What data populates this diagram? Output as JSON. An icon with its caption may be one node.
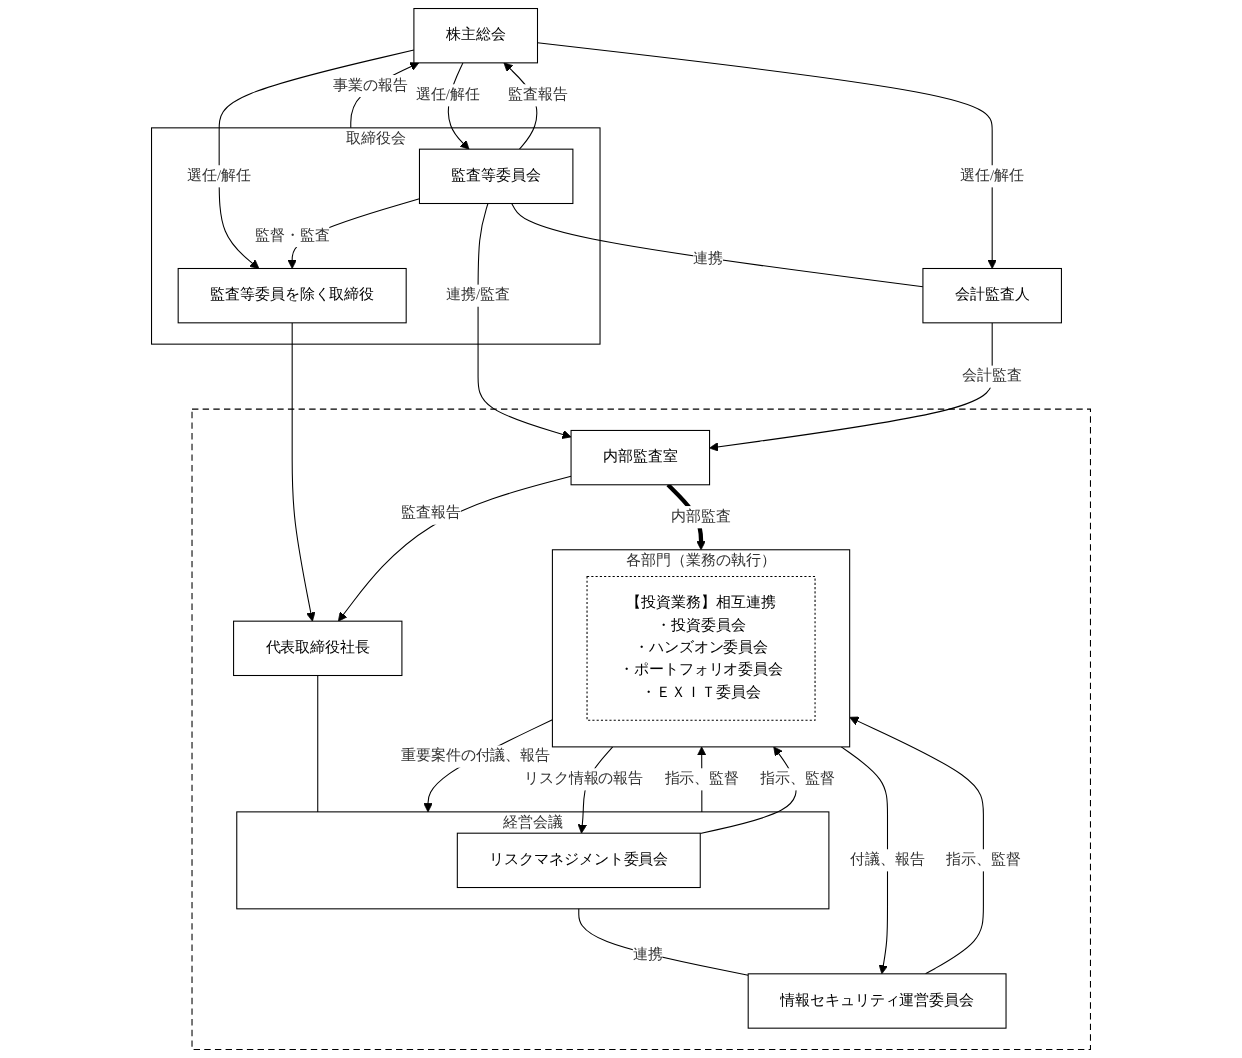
{
  "diagram": {
    "nodes": [
      {
        "text": [
          "株主総会"
        ]
      },
      {
        "text": [
          "取締役会"
        ]
      },
      {
        "text": [
          "監査等委員を除く取締役"
        ],
        "in": 1
      },
      {
        "text": [
          "監査等委員会"
        ],
        "in": 1
      },
      {
        "text": [],
        "shape": "box"
      },
      {
        "text": [
          "代表取締役社長"
        ],
        "in": 4
      },
      {
        "text": [
          "経営会議"
        ],
        "in": 4
      },
      {
        "text": [
          "リスクマネジメント委員会"
        ],
        "in": 6
      },
      {
        "text": [
          "情報セキュリティ運営委員会"
        ],
        "in": 4
      },
      {
        "text": [
          "各部門（業務の執行）"
        ],
        "in": 4
      },
      {
        "text": [
          "【投資業務】相互連携",
          "・投資委員会",
          "・ハンズオン委員会",
          "・ポートフォリオ委員会",
          "・ＥＸＩＴ委員会"
        ],
        "in": 9
      },
      {
        "text": [
          "内部監査室"
        ],
        "in": 4
      },
      {
        "text": [
          "会計監査人"
        ]
      }
    ],
    "edges": [
      {
        "from": 0,
        "to": 2,
        "arrow": "to",
        "label": "選任/解任"
      },
      {
        "from": 1,
        "to": 0,
        "arrow": "to",
        "label": "事業の報告"
      },
      {
        "from": 0,
        "to": 3,
        "arrow": "to",
        "label": "選任/解任"
      },
      {
        "from": 3,
        "to": 0,
        "arrow": "to",
        "label": "監査報告"
      },
      {
        "from": 0,
        "to": 12,
        "arrow": "to",
        "label": "選任/解任"
      },
      {
        "from": 3,
        "to": 2,
        "arrow": "to",
        "label": "監督・監査"
      },
      {
        "from": 2,
        "to": 5,
        "arrow": "to"
      },
      {
        "from": 5,
        "to": 6,
        "arrow": "none"
      },
      {
        "from": 6,
        "to": 9,
        "arrow": "to",
        "label": "指示、監督"
      },
      {
        "from": 9,
        "to": 6,
        "arrow": "to",
        "label": "重要案件の付議、報告"
      },
      {
        "from": 7,
        "to": 9,
        "arrow": "to",
        "label": "指示、監督"
      },
      {
        "from": 9,
        "to": 7,
        "arrow": "to",
        "label": "リスク情報の報告"
      },
      {
        "from": 6,
        "to": 8,
        "arrow": "none",
        "label": "連携"
      },
      {
        "from": 8,
        "to": 9,
        "arrow": "to",
        "label": "指示、監督"
      },
      {
        "from": 9,
        "to": 8,
        "arrow": "to",
        "label": "付議、報告"
      },
      {
        "from": 11,
        "to": 5,
        "arrow": "to",
        "label": "監査報告"
      },
      {
        "from": 3,
        "to": 11,
        "arrow": "to",
        "label": "連携/監査"
      },
      {
        "from": 3,
        "to": 12,
        "arrow": "none",
        "label": "連携"
      },
      {
        "from": 12,
        "to": 11,
        "arrow": "to",
        "label": "会計監査"
      },
      {
        "from": 11,
        "to": 9,
        "arrow": "to",
        "label": "内部監査",
        "style": "thick"
      }
    ]
  }
}
